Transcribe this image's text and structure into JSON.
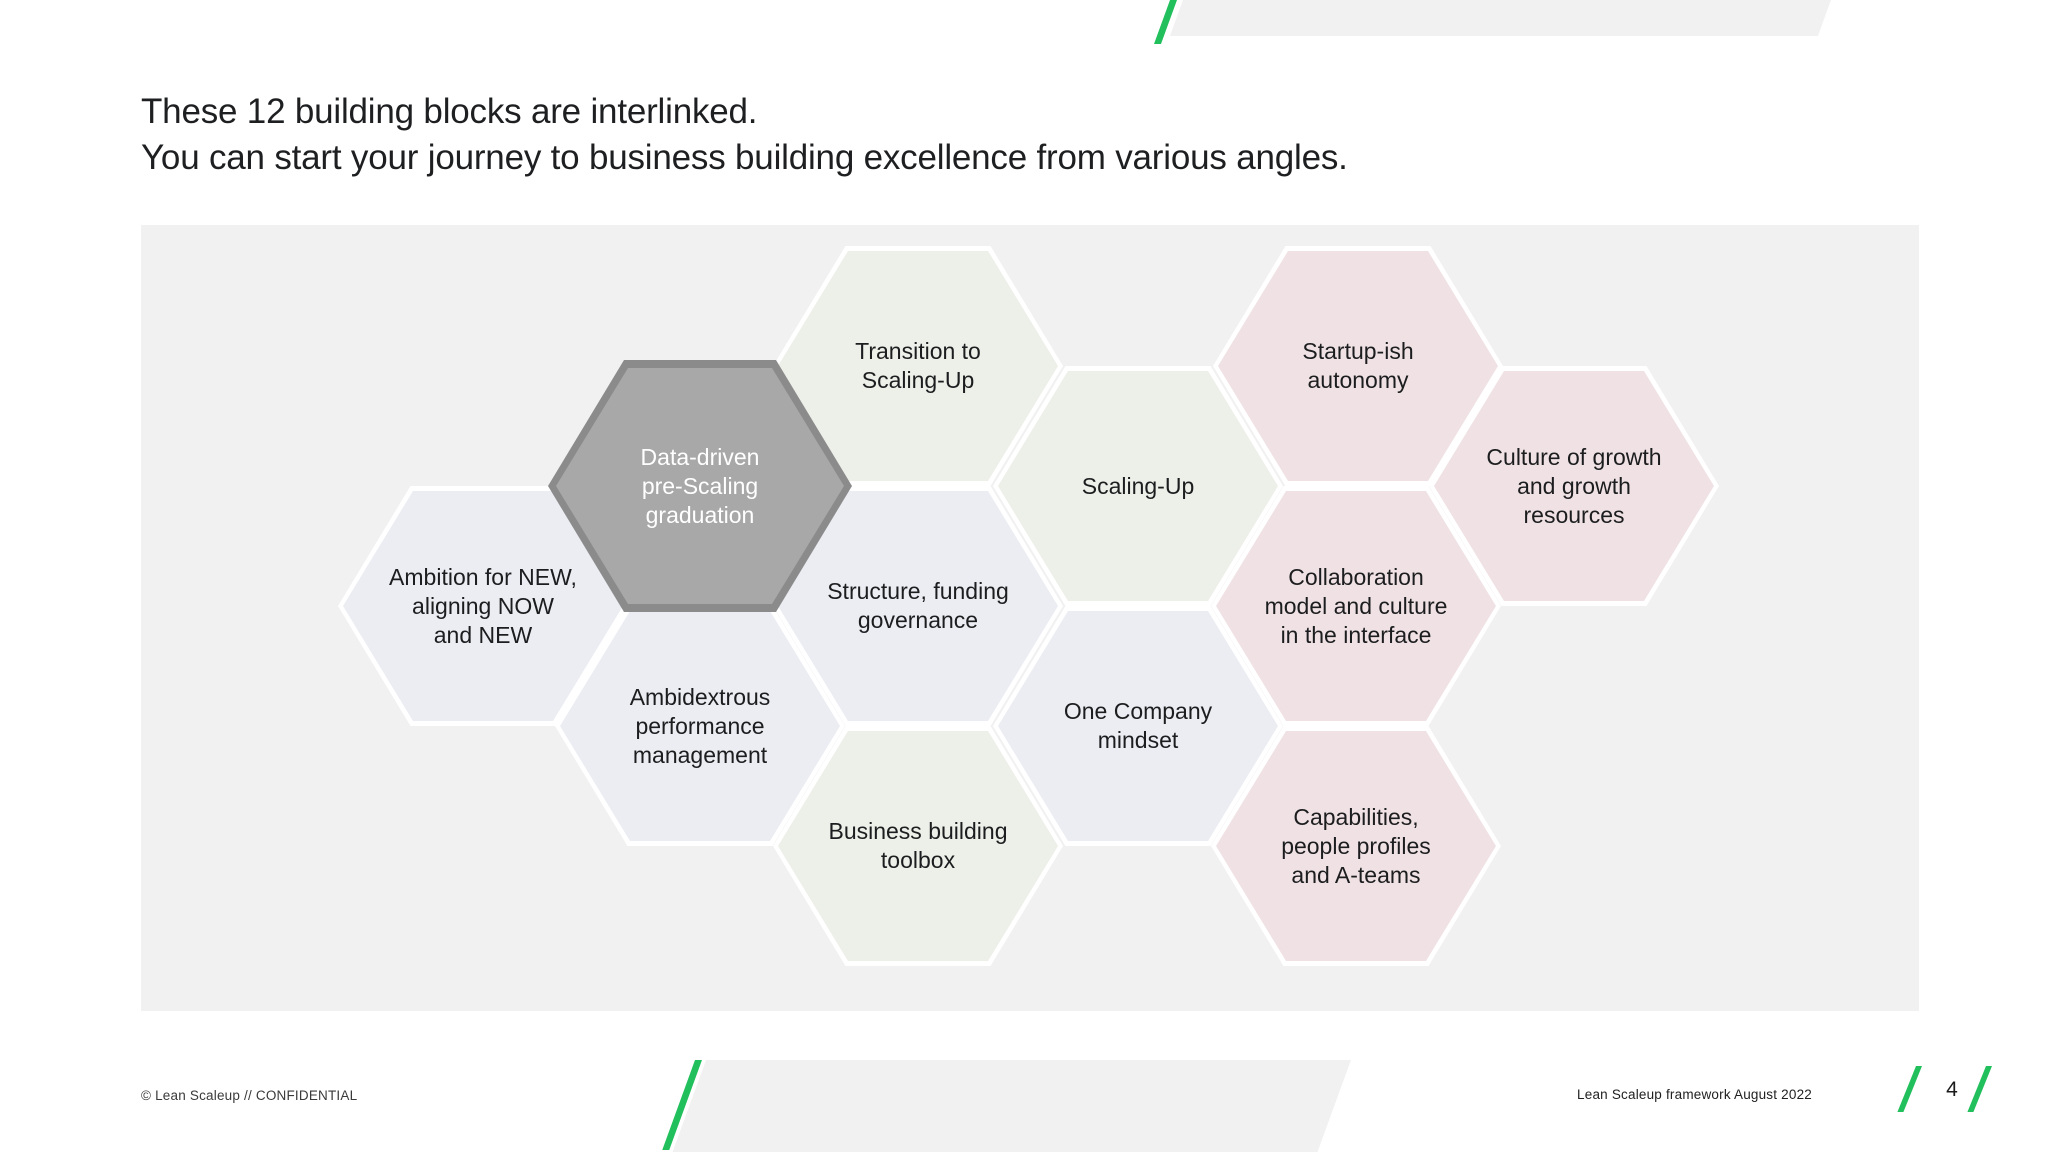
{
  "slide": {
    "title": {
      "line1": "These 12 building blocks are interlinked.",
      "line2": "You can start your journey to business building excellence from various angles."
    },
    "hexagons": [
      {
        "label": "Transition to\nScaling-Up",
        "color": "green"
      },
      {
        "label": "Startup-ish\nautonomy",
        "color": "pink"
      },
      {
        "label": "Data-driven\npre-Scaling\ngraduation",
        "color": "gray-highlight"
      },
      {
        "label": "Scaling-Up",
        "color": "green"
      },
      {
        "label": "Culture of growth\nand growth\nresources",
        "color": "pink"
      },
      {
        "label": "Ambition for NEW,\naligning NOW\nand NEW",
        "color": "blue-gray"
      },
      {
        "label": "Structure, funding\ngovernance",
        "color": "blue-gray"
      },
      {
        "label": "Collaboration\nmodel and culture\nin the interface",
        "color": "pink"
      },
      {
        "label": "Ambidextrous\nperformance\nmanagement",
        "color": "blue-gray"
      },
      {
        "label": "One Company\nmindset",
        "color": "blue-gray"
      },
      {
        "label": "Business building\ntoolbox",
        "color": "green"
      },
      {
        "label": "Capabilities,\npeople profiles\nand A-teams",
        "color": "pink"
      }
    ],
    "footer": {
      "copyright": "© Lean Scaleup  // CONFIDENTIAL",
      "framework_note": "Lean Scaleup framework August 2022",
      "page_number": "4"
    },
    "colors": {
      "accent_green": "#22c05c",
      "panel_background": "#f1f1f2",
      "hex_green": "#edefe9",
      "hex_pink": "#f0e2e4",
      "hex_blue_gray": "#ebedf2",
      "hex_highlight_fill": "#a8a8a8",
      "hex_highlight_border": "#8b8b8b"
    }
  }
}
